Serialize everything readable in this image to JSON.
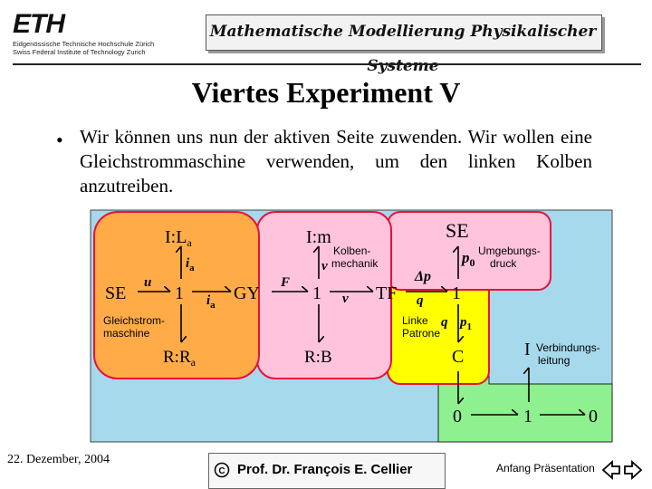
{
  "header": {
    "logo": "ETH",
    "institution_de": "Eidgenössische Technische Hochschule Zürich",
    "institution_en": "Swiss Federal Institute of Technology Zurich",
    "course_title": "Mathematische Modellierung Physikalischer Systeme"
  },
  "slide": {
    "title": "Viertes Experiment V",
    "bullet": "Wir können uns nun der aktiven Seite zuwenden. Wir wollen eine Gleichstrommaschine verwenden, um den linken Kolben anzutreiben."
  },
  "diagram": {
    "se_left": "SE",
    "u": "u",
    "junction_1_left": "1",
    "i_la": "I:L",
    "i_la_sub": "a",
    "ia_top": "i",
    "ia_top_sub": "a",
    "ia_bottom": "i",
    "ia_bottom_sub": "a",
    "gleichstrom_label": "Gleichstrom-\nmaschine",
    "r_ra": "R:R",
    "r_ra_sub": "a",
    "gy": "GY",
    "f": "F",
    "i_m": "I:m",
    "kolben_label": "Kolben-\nmechanik",
    "v_top": "v",
    "junction_1_mid": "1",
    "v_right": "v",
    "r_b": "R:B",
    "tf": "TF",
    "delta_p": "Δp",
    "q_left": "q",
    "junction_1_right": "1",
    "se_right": "SE",
    "p0": "p",
    "p0_sub": "0",
    "umgebung_label": "Umgebungs-\ndruck",
    "linke_patrone": "Linke\nPatrone",
    "q_mid": "q",
    "p1": "p",
    "p1_sub": "1",
    "c": "C",
    "i_verb": "I",
    "verbindung_label": "Verbindungs-\nleitung",
    "zero_left": "0",
    "junction_1_bottom": "1",
    "zero_right": "0"
  },
  "colors": {
    "diagram_bg": "#a6d9ec",
    "orange": "#ffac48",
    "pink": "#ffc4dc",
    "yellow": "#ffff00",
    "green": "#8ef08e",
    "red_border": "#e8103c"
  },
  "footer": {
    "date": "22. Dezember, 2004",
    "presenter": "Prof. Dr. François E. Cellier",
    "nav_label": "Anfang Präsentation"
  }
}
